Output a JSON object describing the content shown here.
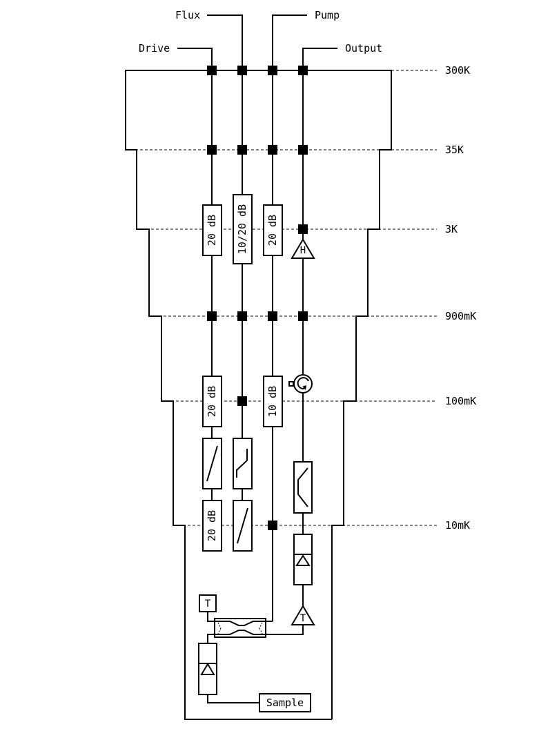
{
  "signal_lines": {
    "flux": "Flux",
    "pump": "Pump",
    "drive": "Drive",
    "output": "Output"
  },
  "stages": {
    "s300k": "300K",
    "s35k": "35K",
    "s3k": "3K",
    "s900mk": "900mK",
    "s100mk": "100mK",
    "s10mk": "10mK"
  },
  "attenuators": {
    "drive_3k": "20 dB",
    "flux_3k": "10/20 dB",
    "pump_3k": "20 dB",
    "drive_100mk": "20 dB",
    "pump_100mk": "10 dB",
    "drive_10mk": "20 dB"
  },
  "amplifiers": {
    "hemt": "H",
    "twpa": "T"
  },
  "components": {
    "termination": "T",
    "sample": "Sample"
  },
  "icons": {
    "thermalization": "square",
    "lowpass_filter": "diagonal-line",
    "highpass_filter": "step-line",
    "bandpass_filter": "bracket-line",
    "circulator": "circulator-circle",
    "isolator": "triangle-in-box",
    "hybrid_coupler": "x-shaped-coupler"
  }
}
